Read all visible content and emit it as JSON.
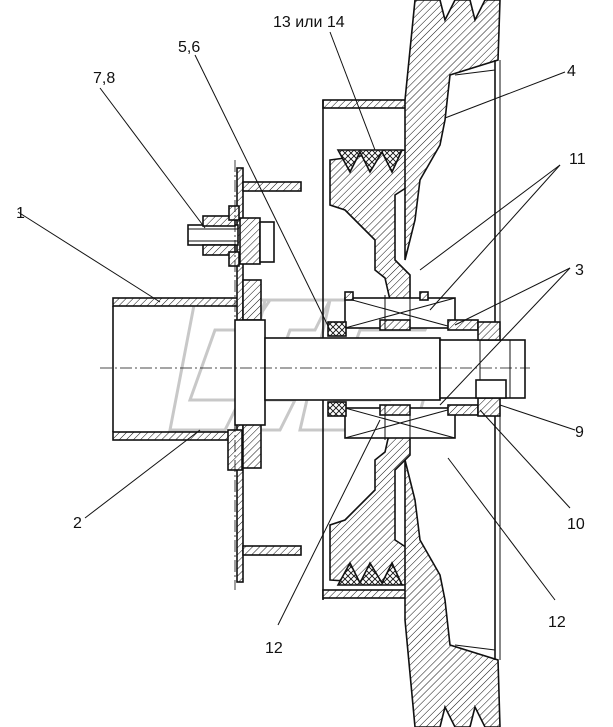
{
  "callouts": {
    "c1": "1",
    "c2": "2",
    "c3": "3",
    "c4": "4",
    "c56": "5,6",
    "c78": "7,8",
    "c9": "9",
    "c10": "10",
    "c11": "11",
    "c12a": "12",
    "c12b": "12",
    "c1314": "13 или 14"
  }
}
